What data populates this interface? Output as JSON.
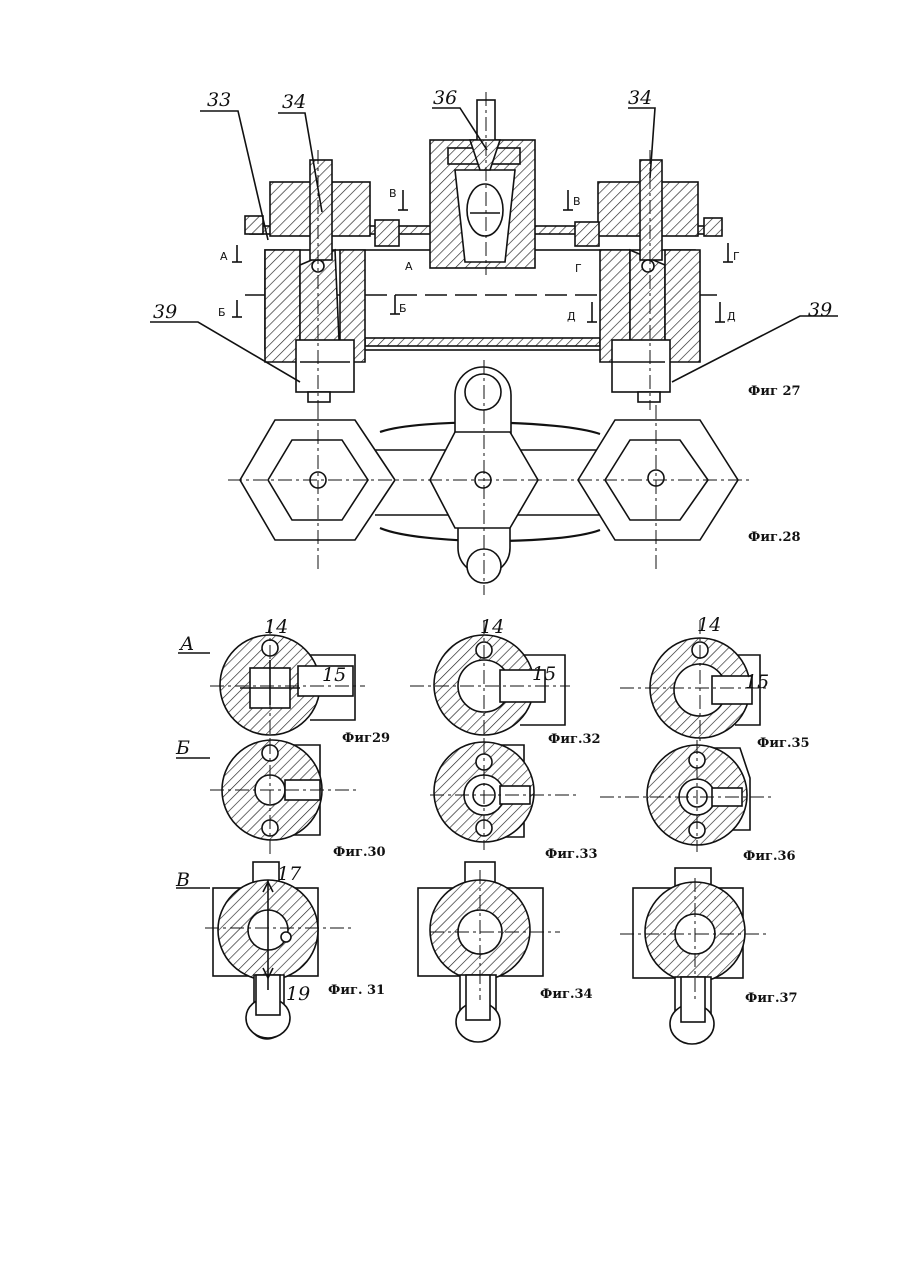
{
  "figure_27": {
    "caption": "Фиг 27",
    "callouts": {
      "c33": "33",
      "c34_left": "34",
      "c36": "36",
      "c34_right": "34",
      "c39_left": "39",
      "c39_right": "39"
    },
    "section_marks": {
      "A_left": "А",
      "A_mid": "А",
      "B_left": "Б",
      "B_mid": "Б",
      "V_left": "В",
      "V_right": "В",
      "G_mid": "Г",
      "G_right": "Г",
      "D_mid": "Д",
      "D_right": "Д"
    }
  },
  "figure_28": {
    "caption": "Фиг.28"
  },
  "section_rows": {
    "A": "А",
    "B": "Б",
    "V": "В"
  },
  "figures": {
    "f29": "Фиг29",
    "f30": "Фиг.30",
    "f31": "Фиг. 31",
    "f32": "Фиг.32",
    "f33": "Фиг.33",
    "f34": "Фиг.34",
    "f35": "Фиг.35",
    "f36": "Фиг.36",
    "f37": "Фиг.37"
  },
  "part_numbers": {
    "p14_a": "14",
    "p15_a": "15",
    "p14_b": "14",
    "p15_b": "15",
    "p14_c": "14",
    "p15_c": "15",
    "p17": "17",
    "p19": "19"
  },
  "colors": {
    "ink": "#111111",
    "paper": "#ffffff"
  }
}
